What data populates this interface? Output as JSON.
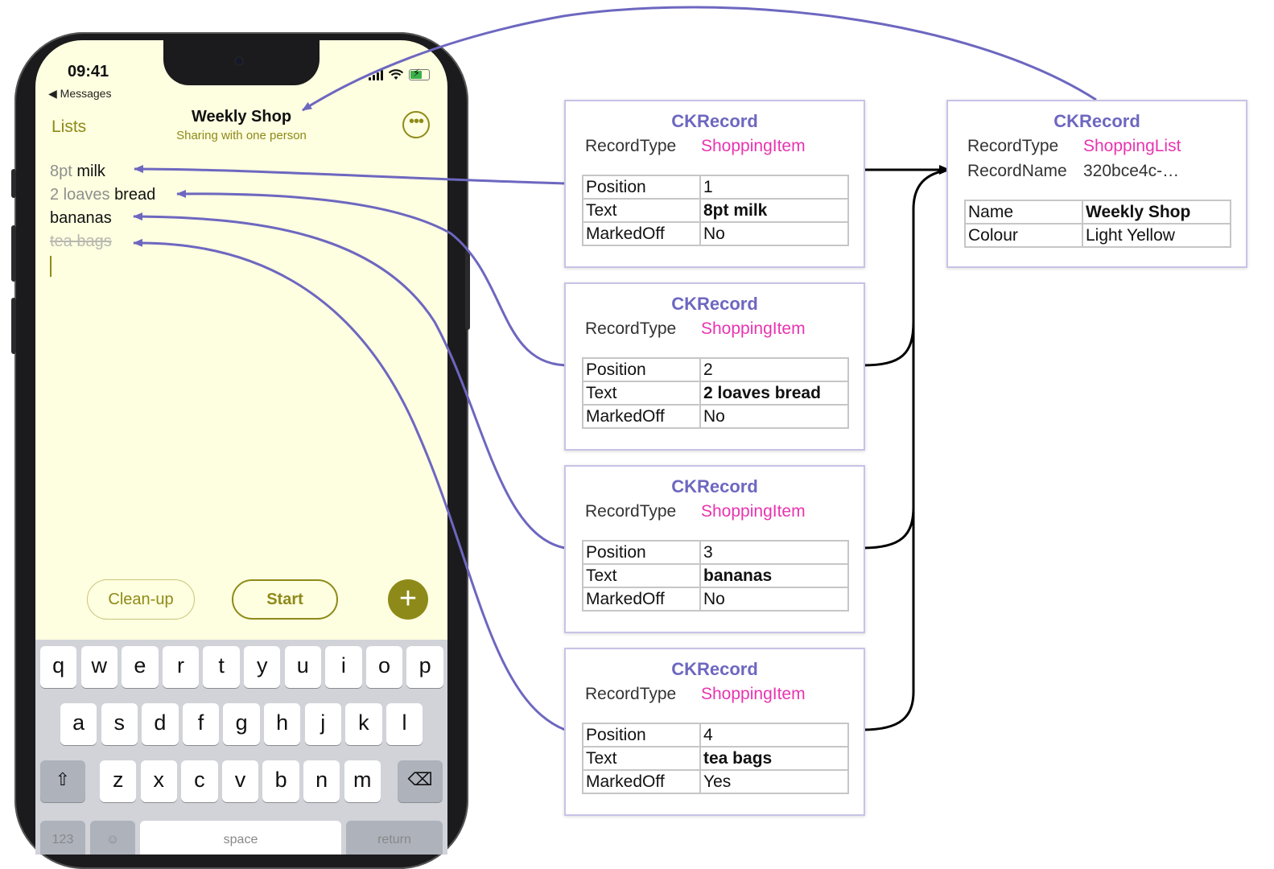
{
  "phone": {
    "status": {
      "time": "09:41",
      "back_label": "◀ Messages"
    },
    "nav": {
      "back": "Lists",
      "title": "Weekly Shop",
      "subtitle": "Sharing with one person",
      "more_icon": "ellipsis-circle-icon"
    },
    "items": [
      {
        "quantity": "8pt",
        "name": "milk",
        "marked_off": false
      },
      {
        "quantity": "2 loaves",
        "name": "bread",
        "marked_off": false
      },
      {
        "quantity": "",
        "name": "bananas",
        "marked_off": false
      },
      {
        "quantity": "",
        "name": "tea bags",
        "marked_off": true
      }
    ],
    "buttons": {
      "cleanup": "Clean-up",
      "start": "Start",
      "add": "+"
    },
    "keyboard": {
      "row1": [
        "q",
        "w",
        "e",
        "r",
        "t",
        "y",
        "u",
        "i",
        "o",
        "p"
      ],
      "row2": [
        "a",
        "s",
        "d",
        "f",
        "g",
        "h",
        "j",
        "k",
        "l"
      ],
      "row3": [
        "z",
        "x",
        "c",
        "v",
        "b",
        "n",
        "m"
      ],
      "shift": "⇧",
      "delete": "⌫",
      "numbers": "123",
      "emoji": "☺",
      "space": "space",
      "return": "return"
    }
  },
  "item_records": [
    {
      "title": "CKRecord",
      "record_type_label": "RecordType",
      "record_type": "ShoppingItem",
      "fields": [
        [
          "Position",
          "1"
        ],
        [
          "Text",
          "8pt milk"
        ],
        [
          "MarkedOff",
          "No"
        ]
      ]
    },
    {
      "title": "CKRecord",
      "record_type_label": "RecordType",
      "record_type": "ShoppingItem",
      "fields": [
        [
          "Position",
          "2"
        ],
        [
          "Text",
          "2 loaves bread"
        ],
        [
          "MarkedOff",
          "No"
        ]
      ]
    },
    {
      "title": "CKRecord",
      "record_type_label": "RecordType",
      "record_type": "ShoppingItem",
      "fields": [
        [
          "Position",
          "3"
        ],
        [
          "Text",
          "bananas"
        ],
        [
          "MarkedOff",
          "No"
        ]
      ]
    },
    {
      "title": "CKRecord",
      "record_type_label": "RecordType",
      "record_type": "ShoppingItem",
      "fields": [
        [
          "Position",
          "4"
        ],
        [
          "Text",
          "tea bags"
        ],
        [
          "MarkedOff",
          "Yes"
        ]
      ]
    }
  ],
  "list_record": {
    "title": "CKRecord",
    "record_type_label": "RecordType",
    "record_type": "ShoppingList",
    "record_name_label": "RecordName",
    "record_name": "320bce4c-…",
    "fields": [
      [
        "Name",
        "Weekly Shop"
      ],
      [
        "Colour",
        "Light Yellow"
      ]
    ]
  },
  "colors": {
    "accent": "#8e8a19",
    "screen_bg": "#fefee0",
    "record_title": "#6d67c0",
    "record_type": "#e834b0",
    "arrow": "#6d67c0",
    "reference_arrow": "#000000"
  }
}
